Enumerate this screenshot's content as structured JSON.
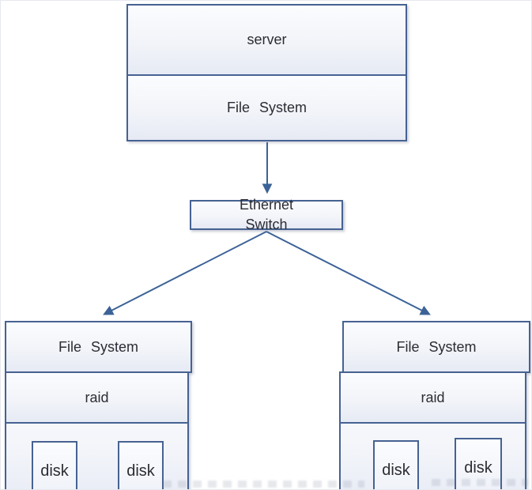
{
  "diagram": {
    "server": {
      "title": "server",
      "subtitle": "File System"
    },
    "switch": {
      "line1": "Ethernet",
      "line2": "Switch"
    },
    "left_storage": {
      "fs": "File System",
      "raid": "raid",
      "disks": [
        "disk",
        "disk"
      ]
    },
    "right_storage": {
      "fs": "File System",
      "raid": "raid",
      "disks": [
        "disk",
        "disk"
      ]
    },
    "colors": {
      "box_border": "#466292",
      "arrow": "#3c6397",
      "fill_top": "#fbfcfe",
      "fill_bottom": "#e6eaf4",
      "text": "#2c2c34"
    }
  }
}
